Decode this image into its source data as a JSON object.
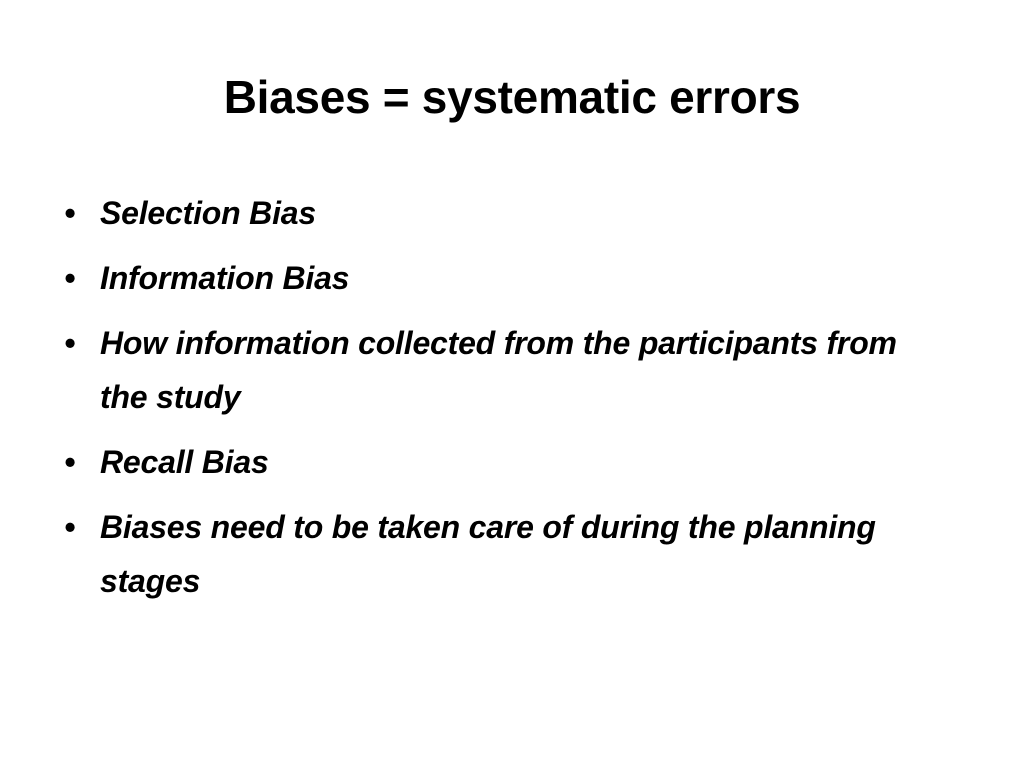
{
  "slide": {
    "title": "Biases = systematic errors",
    "bullet_marker": "•",
    "bullets": [
      "Selection Bias",
      "Information Bias",
      "How information collected from the participants from the study",
      "Recall Bias",
      "Biases need to be taken care of during the planning stages"
    ]
  }
}
